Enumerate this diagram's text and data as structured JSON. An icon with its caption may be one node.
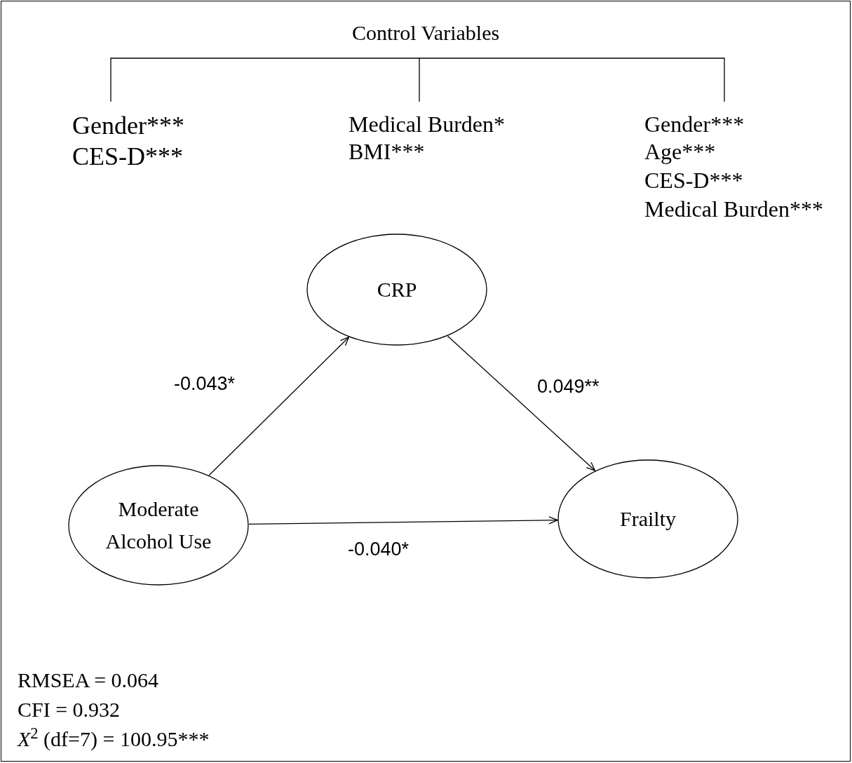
{
  "diagram": {
    "title": "Control Variables",
    "nodes": [
      {
        "text": [
          "CRP"
        ]
      },
      {
        "text": [
          "Moderate Alcohol Use"
        ]
      },
      {
        "text": [
          "Frailty"
        ]
      }
    ],
    "edges": [
      {
        "from": 1,
        "to": 0,
        "arrow": "to",
        "label": "-0.043*"
      },
      {
        "from": 0,
        "to": 2,
        "arrow": "to",
        "label": "0.049**"
      },
      {
        "from": 1,
        "to": 2,
        "arrow": "to",
        "label": "-0.040*"
      }
    ],
    "labels": [
      "Gender***",
      "CES-D***",
      "Medical Burden*",
      "BMI***",
      "Gender***",
      "Age***",
      "CES-D***",
      "Medical Burden***",
      "RMSEA = 0.064",
      "CFI = 0.932",
      "*X*$^{2}$ (df=7) = 100.95***"
    ]
  }
}
